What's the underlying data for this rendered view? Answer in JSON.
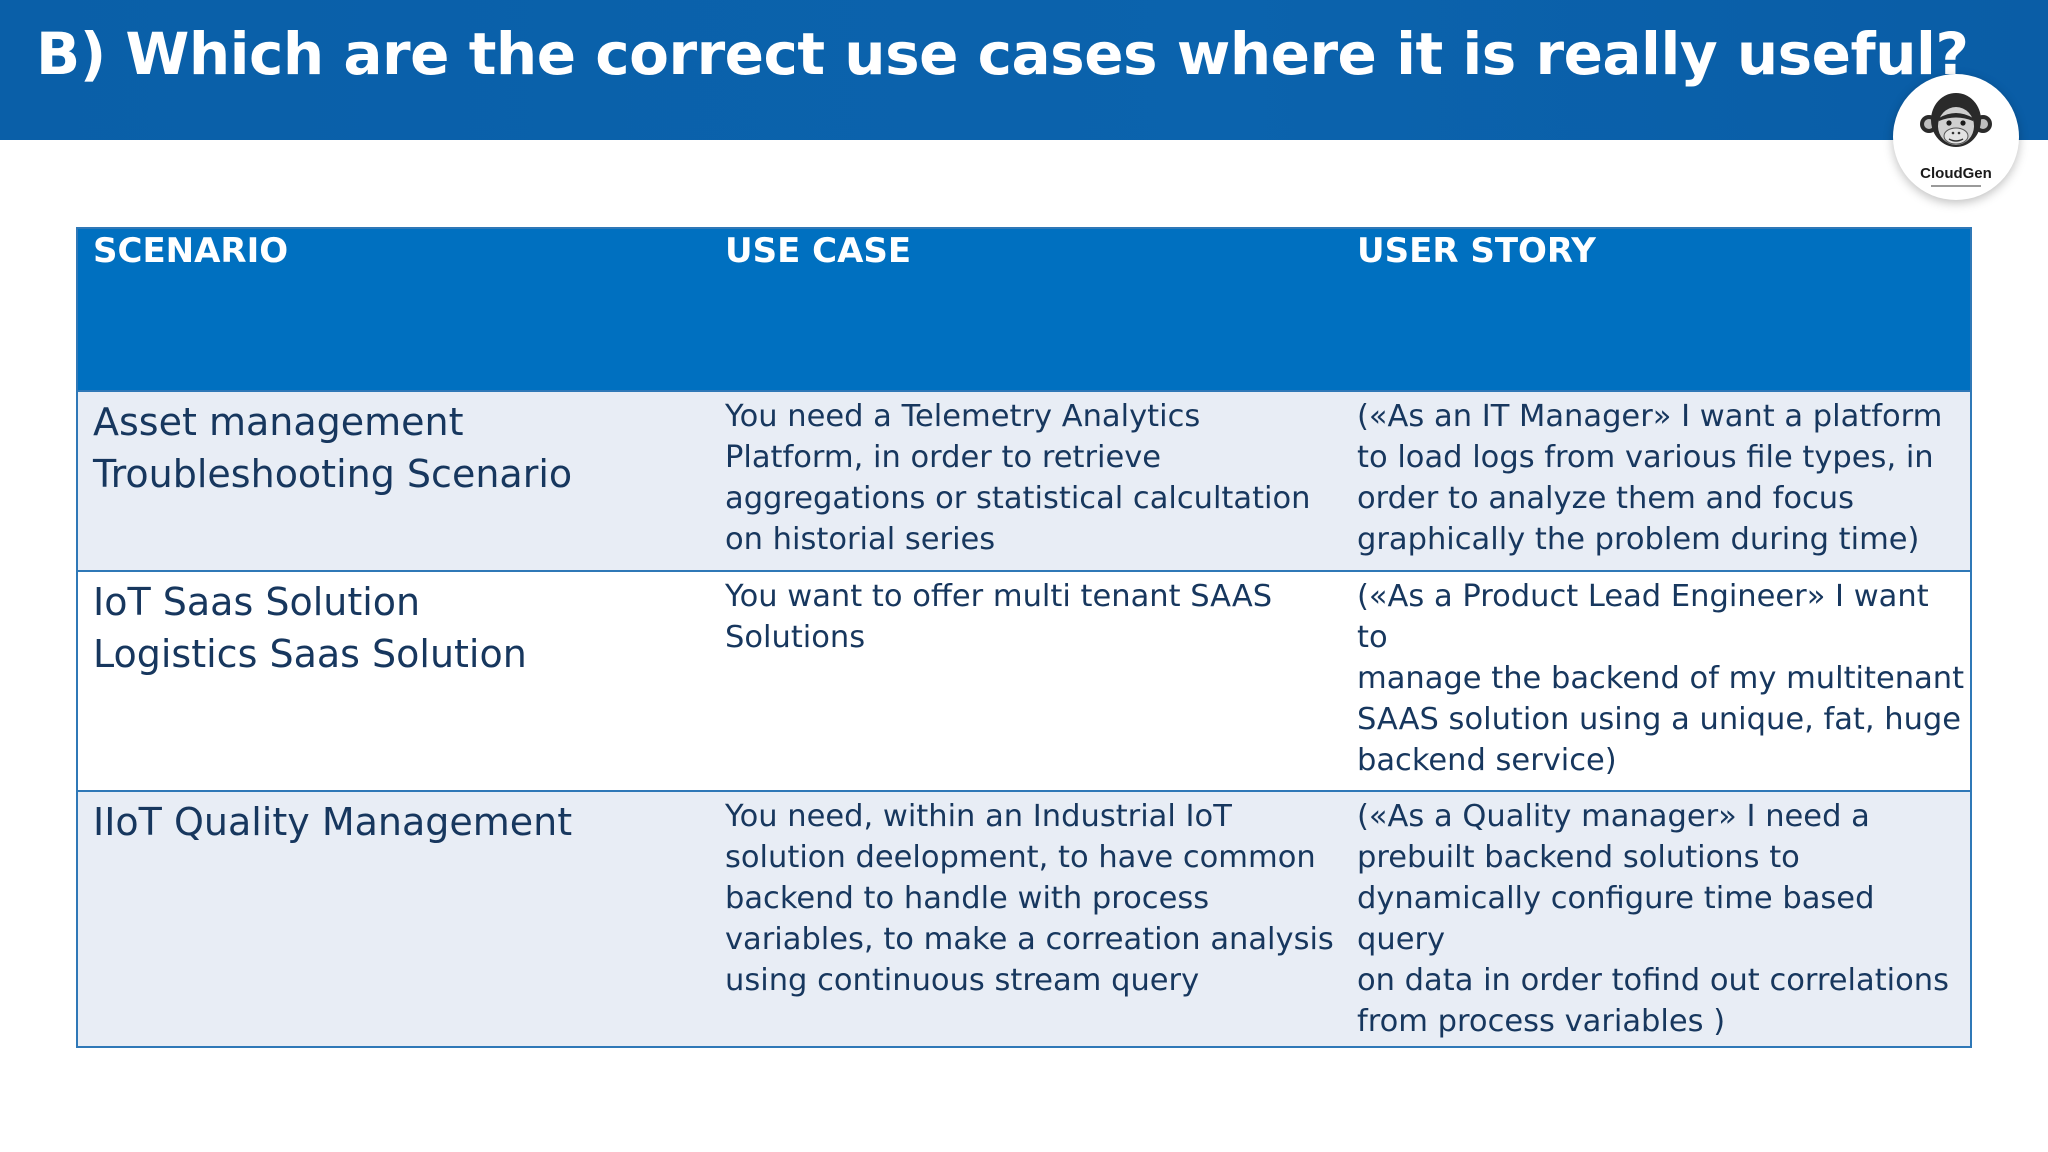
{
  "slide": {
    "title": "B) Which are the correct use cases where it is really useful?"
  },
  "logo": {
    "text": "CloudGen",
    "icon": "chimpanzee-icon"
  },
  "table": {
    "headers": [
      "SCENARIO",
      "USE CASE",
      "USER STORY"
    ],
    "rows": [
      {
        "scenario": "Asset management\nTroubleshooting Scenario",
        "use_case": "You need a Telemetry Analytics\nPlatform, in order to retrieve\naggregations or statistical calcultation\non historial series",
        "user_story": "(«As an IT Manager» I want a platform\nto load logs from various file types, in\norder to analyze them and focus\ngraphically the problem during time)"
      },
      {
        "scenario": "IoT Saas Solution\nLogistics Saas Solution",
        "use_case": "You want to offer multi tenant SAAS\nSolutions",
        "user_story": "(«As a Product Lead Engineer» I want to\nmanage the backend of my multitenant\nSAAS solution using a unique, fat, huge\nbackend service)"
      },
      {
        "scenario": "IIoT Quality Management",
        "use_case": "You need, within an Industrial IoT\nsolution deelopment, to have common\nbackend to handle with process\nvariables, to make a correation analysis\nusing continuous stream query",
        "user_story": "(«As a Quality manager» I need a\nprebuilt backend solutions to\ndynamically configure time based query\non data in order tofind out correlations\nfrom process variables )"
      }
    ]
  },
  "colors": {
    "header_blue": "#0b63ad",
    "table_header_blue": "#0070c0",
    "row_tint": "#e8edf5",
    "text_navy": "#17375e",
    "border_blue": "#2f78b7"
  }
}
